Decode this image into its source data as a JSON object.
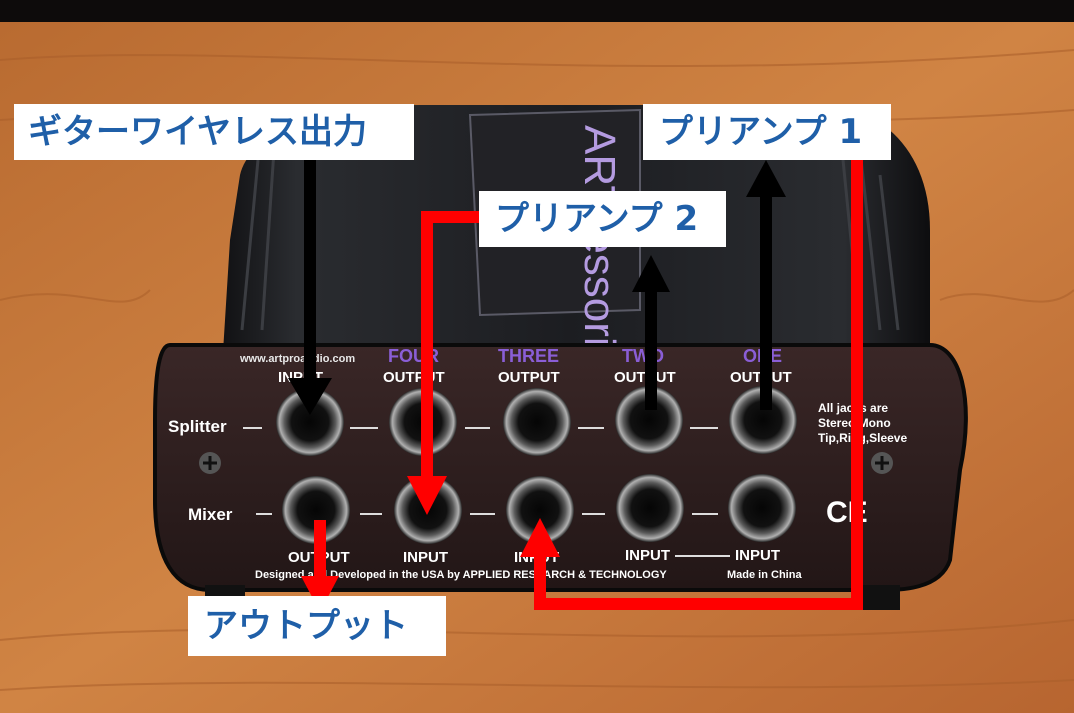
{
  "annotations": {
    "guitar_wireless_out": "ギターワイヤレス出力",
    "preamp_1": "プリアンプ 1",
    "preamp_2": "プリアンプ 2",
    "output": "アウトプット"
  },
  "device": {
    "website": "www.artproaudio.com",
    "brand_top": "ARTcessories",
    "channels": [
      "FOUR",
      "THREE",
      "TWO",
      "ONE"
    ],
    "top_row_label": "OUTPUT",
    "bottom_row_label": "INPUT",
    "splitter_input": "INPUT",
    "mixer_output": "OUTPUT",
    "row_splitter": "Splitter",
    "row_mixer": "Mixer",
    "jack_note": [
      "All jacks are",
      "Stereo/Mono",
      "Tip,Ring,Sleeve"
    ],
    "footer": "Designed and Developed in the USA by APPLIED RESEARCH & TECHNOLOGY",
    "made_in": "Made in China",
    "ce_mark": "CE"
  },
  "colors": {
    "wood": "#c77a3c",
    "panel": "#2b1d1d",
    "channel_purple": "#8a5ed6",
    "callout_text": "#1f5fa8",
    "arrow_red": "#ff0000",
    "arrow_black": "#000000"
  }
}
